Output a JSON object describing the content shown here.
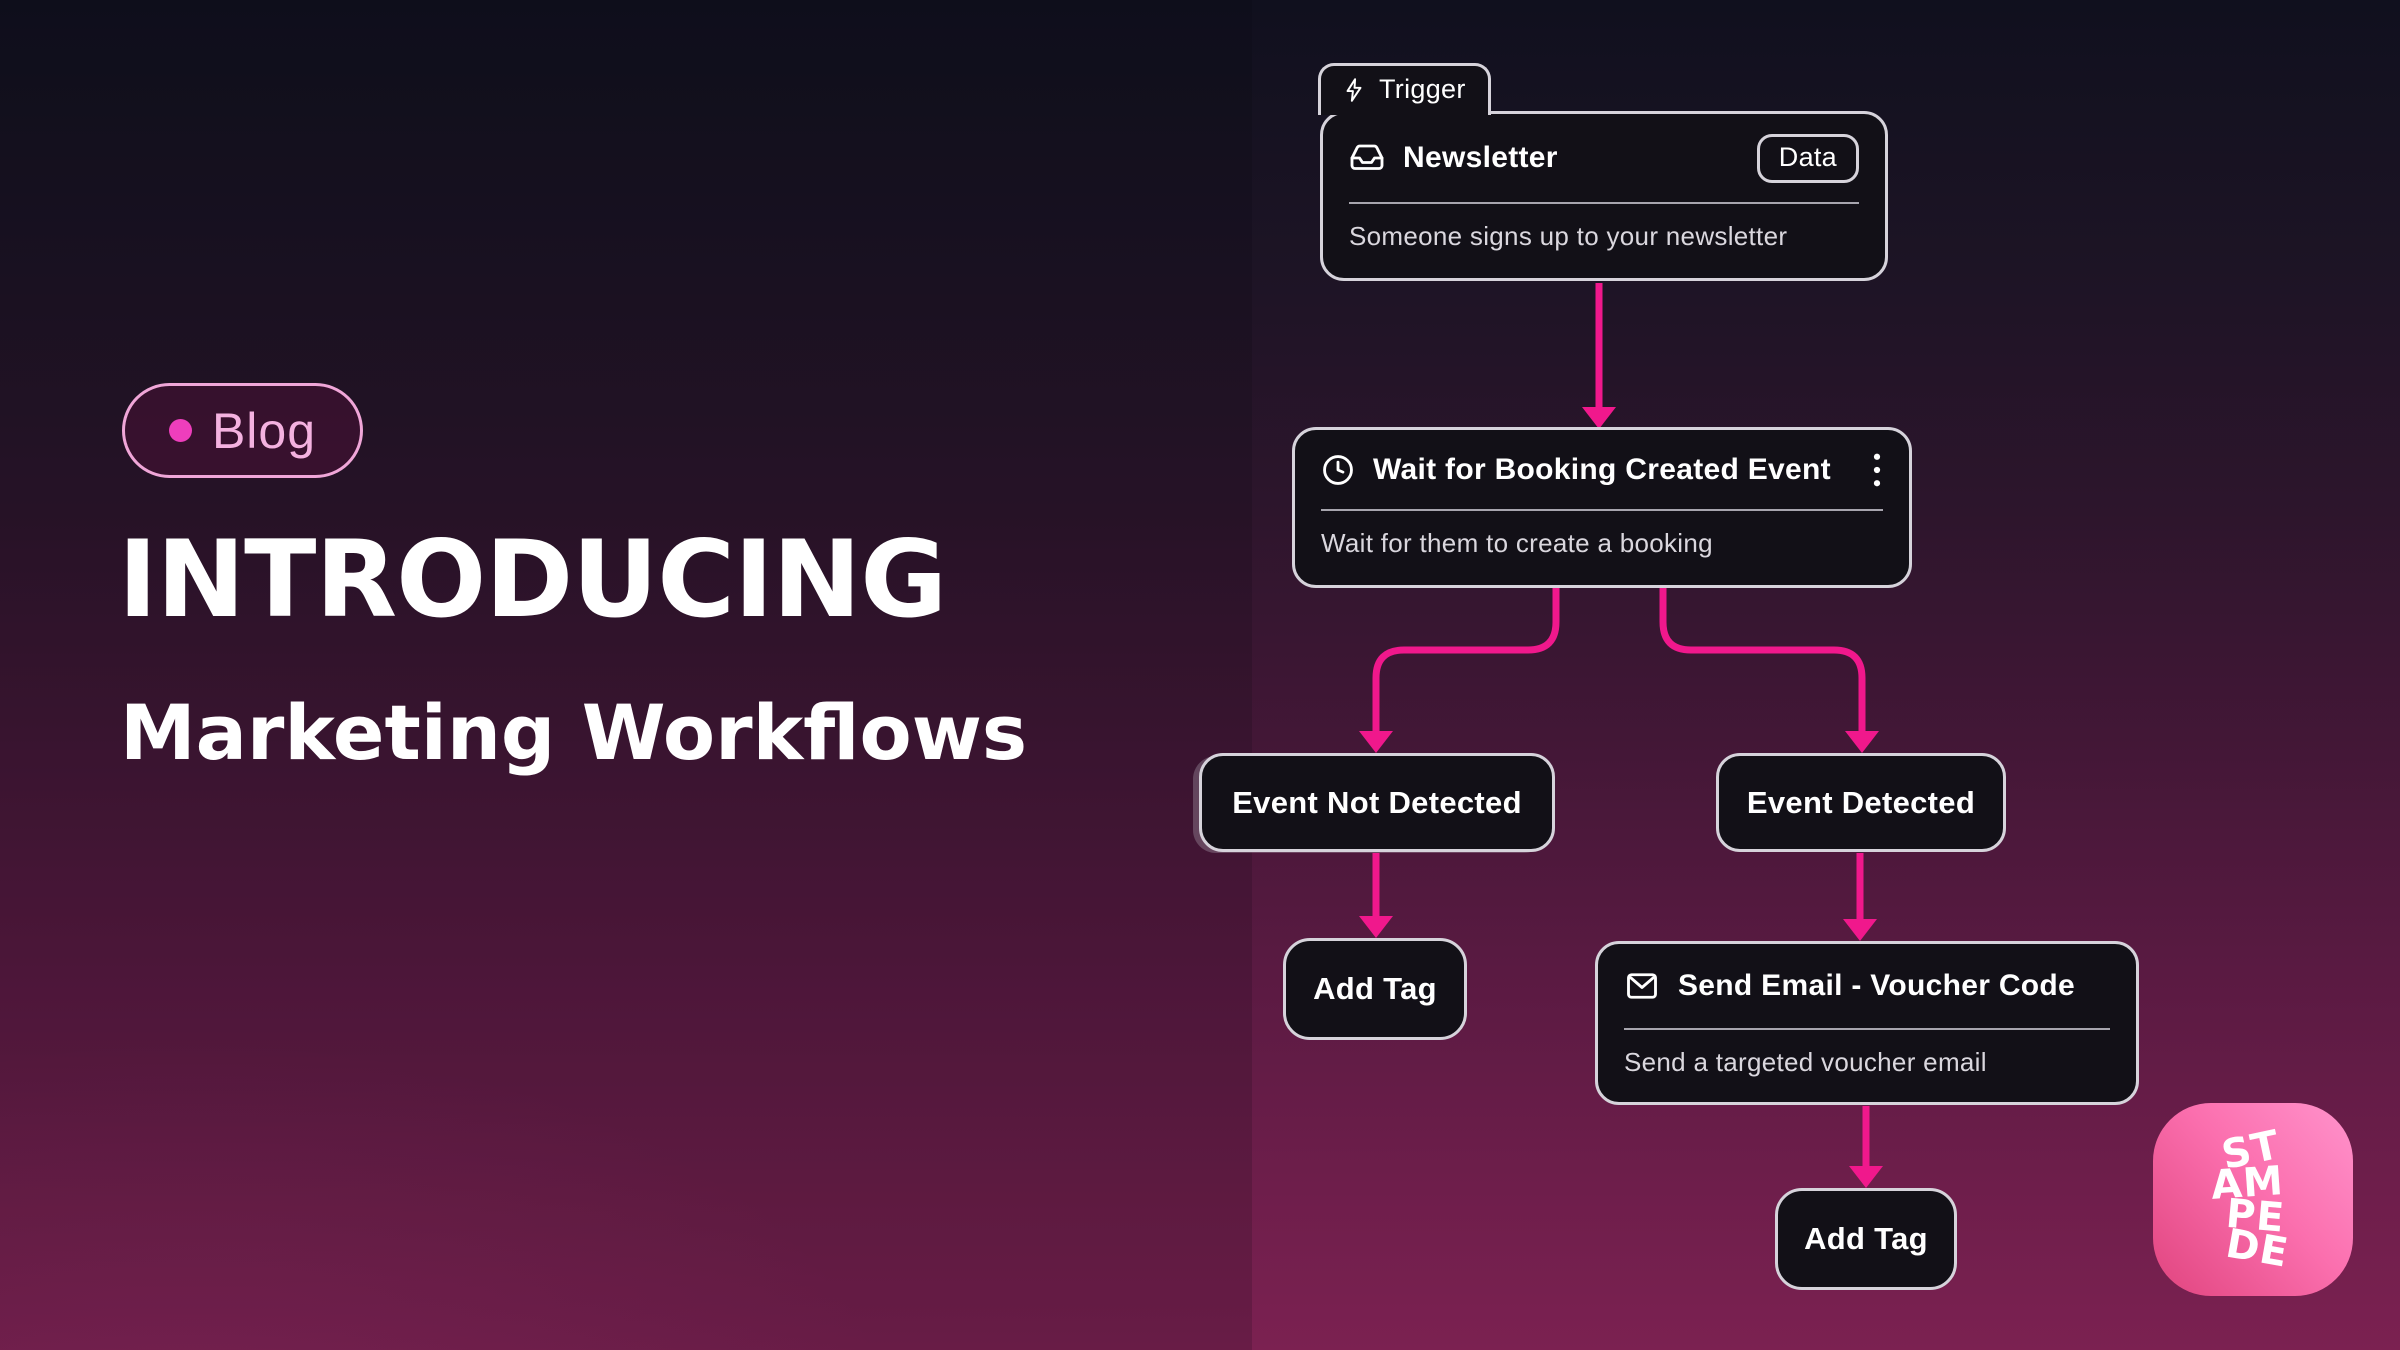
{
  "hero": {
    "badge_label": "Blog",
    "title": "INTRODUCING",
    "subtitle": "Marketing Workflows"
  },
  "workflow": {
    "trigger_tab": {
      "label": "Trigger"
    },
    "newsletter": {
      "title": "Newsletter",
      "badge": "Data",
      "description": "Someone signs up to your newsletter"
    },
    "wait": {
      "title": "Wait for Booking Created Event",
      "description": "Wait for them to create a booking"
    },
    "branch_not_detected": {
      "label": "Event Not Detected"
    },
    "branch_detected": {
      "label": "Event Detected"
    },
    "add_tag_left": {
      "label": "Add Tag"
    },
    "send_email": {
      "title": "Send Email - Voucher Code",
      "description": "Send a targeted voucher email"
    },
    "add_tag_bottom": {
      "label": "Add Tag"
    }
  },
  "logo": {
    "lines": [
      "ST",
      "AM",
      "PE",
      "DE"
    ]
  },
  "colors": {
    "accent": "#F0188C",
    "node_bg": "#121017",
    "node_border": "#D6D3DB",
    "divider": "#C2BFC9",
    "subtitle_text": "#DAD7DE",
    "badge_border": "#F0A6D8",
    "badge_dot": "#EE3EBC",
    "badge_text": "#F4B2E0",
    "logo_start": "#E0447E",
    "logo_end": "#FF93CC"
  }
}
